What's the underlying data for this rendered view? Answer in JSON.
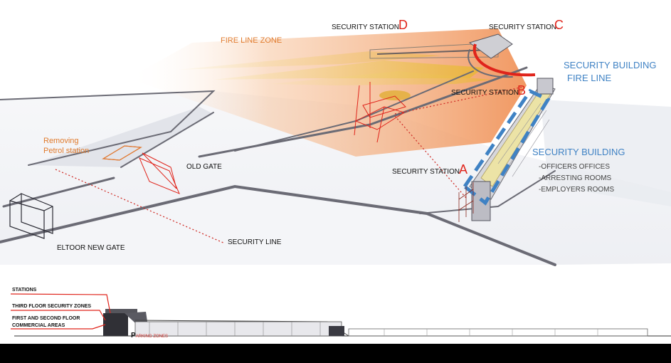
{
  "labels": {
    "station_d": "SECURITY STATION",
    "letter_d": "D",
    "station_c": "SECURITY STATION",
    "letter_c": "C",
    "station_b": "SECURITY STATION",
    "letter_b": "B",
    "station_a": "SECURITY STATION",
    "letter_a": "A",
    "fire_line_zone": "FIRE LINE ZONE",
    "security_building_fire_line_1": "SECURITY BUILDING",
    "security_building_fire_line_2": "FIRE LINE",
    "security_building": "SECURITY BUILDING",
    "officers_offices": "-OFFICERS OFFICES",
    "arresting_rooms": "-ARRESTING ROOMS",
    "employers_rooms": "-EMPLOYERS ROOMS",
    "removing_1": "Removing",
    "removing_2": "Petrol station",
    "old_gate": "OLD GATE",
    "security_line": "SECURITY LINE",
    "eltoor_new_gate": "ELTOOR NEW GATE"
  },
  "legend": {
    "stations": "STATIONS",
    "third_floor": "THIRD FLOOR SECURITY ZONES",
    "first_second_1": "FIRST AND SECOND FLOOR",
    "first_second_2": "COMMERCIAL AREAS",
    "parking_p": "P",
    "parking_rest": "ARKING ZONES"
  },
  "colors": {
    "fire_zone": "#f2a36b",
    "security_red": "#e0241b",
    "security_blue": "#3f82c4",
    "road": "#6b6b75",
    "ground": "#eef0f4"
  }
}
